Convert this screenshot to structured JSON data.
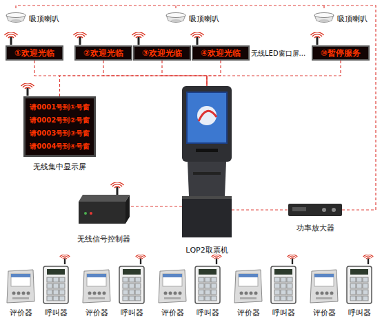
{
  "diagram": {
    "nodes": [
      {
        "text": [
          "①欢迎光临"
        ]
      },
      {
        "text": [
          "②欢迎光临"
        ]
      },
      {
        "text": [
          "③欢迎光临"
        ]
      },
      {
        "text": [
          "④欢迎光临"
        ]
      },
      {
        "text": [
          "⑩暂停服务"
        ]
      },
      {
        "text": [
          "请0001号到①号窗",
          "请0002号到②号窗",
          "请0003号到③号窗",
          "请0004号到④号窗",
          "无线集中显示屏"
        ]
      },
      {
        "text": [
          "LQP2取票机"
        ]
      },
      {
        "text": [
          "无线信号控制器"
        ]
      },
      {
        "text": [
          "功率放大器"
        ]
      }
    ],
    "edges": [
      {
        "from": 0,
        "to": 6,
        "arrow": "none"
      },
      {
        "from": 1,
        "to": 6,
        "arrow": "none"
      },
      {
        "from": 2,
        "to": 6,
        "arrow": "none"
      },
      {
        "from": 3,
        "to": 6,
        "arrow": "none"
      },
      {
        "from": 4,
        "to": 6,
        "arrow": "none"
      },
      {
        "from": 5,
        "to": 6,
        "arrow": "none"
      },
      {
        "from": 7,
        "to": 6,
        "arrow": "none"
      },
      {
        "from": 6,
        "to": 8,
        "arrow": "none"
      }
    ],
    "labels": [
      "吸顶喇叭",
      "吸顶喇叭",
      "吸顶喇叭",
      "无线LED窗口屏...",
      "评价器",
      "呼叫器",
      "评价器",
      "呼叫器",
      "评价器",
      "呼叫器",
      "评价器",
      "呼叫器",
      "评价器",
      "呼叫器"
    ]
  }
}
